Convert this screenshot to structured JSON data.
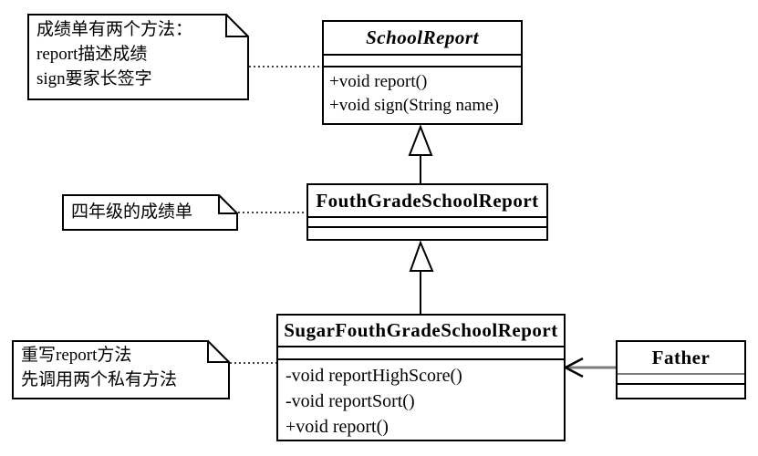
{
  "colors": {
    "line": "#000000",
    "association_line": "#7d7d7d",
    "background": "#ffffff",
    "note_fill": "#ffffff"
  },
  "notes": [
    {
      "target": "SchoolReport",
      "lines": [
        "成绩单有两个方法：",
        "report描述成绩",
        "sign要家长签字"
      ]
    },
    {
      "target": "FouthGradeSchoolReport",
      "lines": [
        "四年级的成绩单"
      ]
    },
    {
      "target": "SugarFouthGradeSchoolReport",
      "lines": [
        "重写report方法",
        "先调用两个私有方法"
      ]
    }
  ],
  "classes": [
    {
      "name": "SchoolReport",
      "abstract": true,
      "attributes": [],
      "methods": [
        "+void report()",
        "+void sign(String name)"
      ]
    },
    {
      "name": "FouthGradeSchoolReport",
      "abstract": false,
      "attributes": [],
      "methods": []
    },
    {
      "name": "SugarFouthGradeSchoolReport",
      "abstract": false,
      "attributes": [],
      "methods": [
        "-void reportHighScore()",
        "-void reportSort()",
        "+void report()"
      ]
    },
    {
      "name": "Father",
      "abstract": false,
      "attributes": [],
      "methods": []
    }
  ],
  "relationships": [
    {
      "type": "generalization",
      "from": "FouthGradeSchoolReport",
      "to": "SchoolReport"
    },
    {
      "type": "generalization",
      "from": "SugarFouthGradeSchoolReport",
      "to": "FouthGradeSchoolReport"
    },
    {
      "type": "association-arrow",
      "from": "Father",
      "to": "SugarFouthGradeSchoolReport"
    },
    {
      "type": "note-anchor",
      "from": "note-1",
      "to": "SchoolReport"
    },
    {
      "type": "note-anchor",
      "from": "note-2",
      "to": "FouthGradeSchoolReport"
    },
    {
      "type": "note-anchor",
      "from": "note-3",
      "to": "SugarFouthGradeSchoolReport"
    }
  ]
}
